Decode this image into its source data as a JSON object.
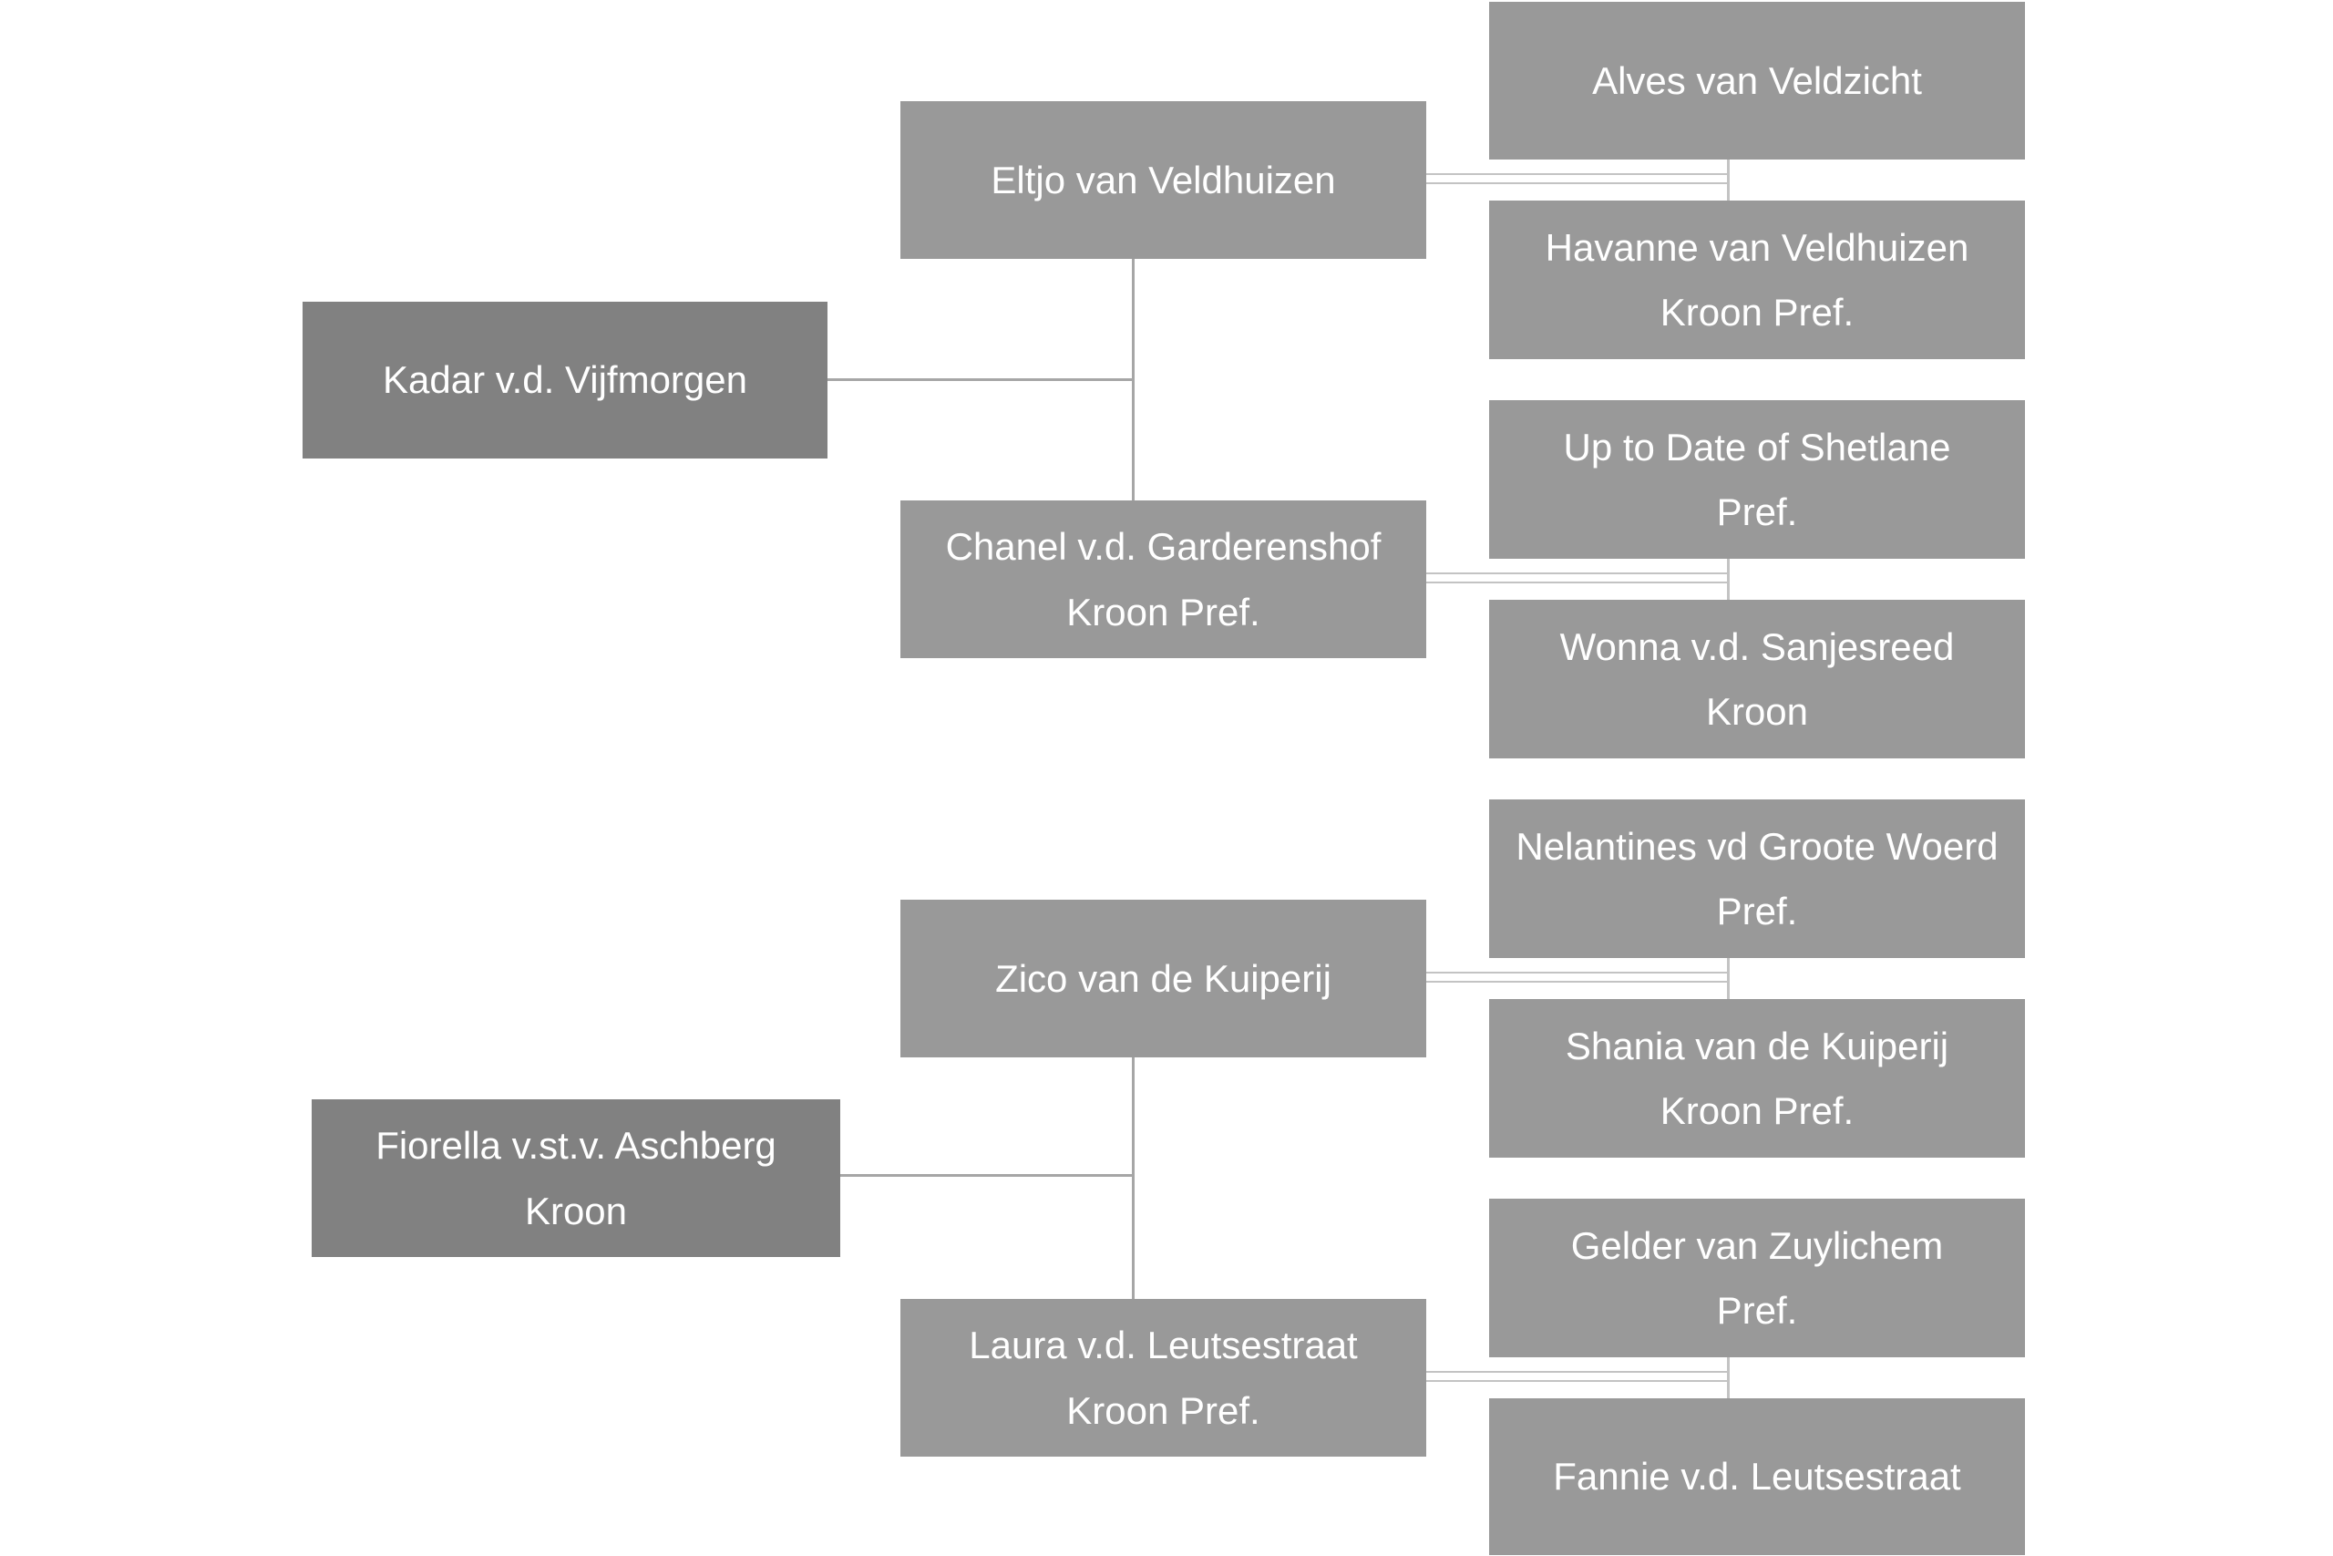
{
  "diagram_type": "pedigree-family-tree",
  "colors": {
    "gen1_fill": "#818181",
    "descendant_fill": "#999999",
    "single_line": "#a6a6a6",
    "double_line": "#c3c3c3",
    "text": "#ffffff",
    "bg": "#ffffff"
  },
  "nodes": {
    "kadar": {
      "name": "Kadar v.d. Vijfmorgen",
      "generation": 1,
      "lines": [
        "Kadar v.d. Vijfmorgen"
      ]
    },
    "fiorella": {
      "name": "Fiorella v.st.v. Aschberg Kroon",
      "generation": 1,
      "lines": [
        "Fiorella v.st.v. Aschberg",
        "Kroon"
      ]
    },
    "eltjo": {
      "name": "Eltjo van Veldhuizen",
      "generation": 2,
      "lines": [
        "Eltjo van Veldhuizen"
      ]
    },
    "chanel": {
      "name": "Chanel v.d. Garderenshof Kroon Pref.",
      "generation": 2,
      "lines": [
        "Chanel v.d. Garderenshof",
        "Kroon Pref."
      ]
    },
    "zico": {
      "name": "Zico van de Kuiperij",
      "generation": 2,
      "lines": [
        "Zico van de Kuiperij"
      ]
    },
    "laura": {
      "name": "Laura v.d. Leutsestraat Kroon Pref.",
      "generation": 2,
      "lines": [
        "Laura v.d. Leutsestraat",
        "Kroon Pref."
      ]
    },
    "alves": {
      "name": "Alves van Veldzicht",
      "generation": 3,
      "lines": [
        "Alves van Veldzicht"
      ]
    },
    "havanne": {
      "name": "Havanne van Veldhuizen Kroon Pref.",
      "generation": 3,
      "lines": [
        "Havanne van Veldhuizen",
        "Kroon Pref."
      ]
    },
    "uptodate": {
      "name": "Up to Date of Shetlane Pref.",
      "generation": 3,
      "lines": [
        "Up to Date of Shetlane",
        "Pref."
      ]
    },
    "wonna": {
      "name": "Wonna v.d. Sanjesreed Kroon",
      "generation": 3,
      "lines": [
        "Wonna v.d. Sanjesreed",
        "Kroon"
      ]
    },
    "nelantines": {
      "name": "Nelantines vd Groote Woerd Pref.",
      "generation": 3,
      "lines": [
        "Nelantines vd Groote Woerd",
        "Pref."
      ]
    },
    "shania": {
      "name": "Shania van de Kuiperij Kroon Pref.",
      "generation": 3,
      "lines": [
        "Shania van de Kuiperij",
        "Kroon Pref."
      ]
    },
    "gelder": {
      "name": "Gelder van Zuylichem Pref.",
      "generation": 3,
      "lines": [
        "Gelder van Zuylichem",
        "Pref."
      ]
    },
    "fannie": {
      "name": "Fannie v.d. Leutsestraat",
      "generation": 3,
      "lines": [
        "Fannie v.d. Leutsestraat"
      ]
    }
  },
  "relations": [
    {
      "parent": "Kadar v.d. Vijfmorgen",
      "children": [
        "Eltjo van Veldhuizen",
        "Chanel v.d. Garderenshof Kroon Pref."
      ]
    },
    {
      "parent": "Fiorella v.st.v. Aschberg Kroon",
      "children": [
        "Zico van de Kuiperij",
        "Laura v.d. Leutsestraat Kroon Pref."
      ]
    },
    {
      "parent": "Eltjo van Veldhuizen",
      "children": [
        "Alves van Veldzicht",
        "Havanne van Veldhuizen Kroon Pref."
      ]
    },
    {
      "parent": "Chanel v.d. Garderenshof Kroon Pref.",
      "children": [
        "Up to Date of Shetlane Pref.",
        "Wonna v.d. Sanjesreed Kroon"
      ]
    },
    {
      "parent": "Zico van de Kuiperij",
      "children": [
        "Nelantines vd Groote Woerd Pref.",
        "Shania van de Kuiperij Kroon Pref."
      ]
    },
    {
      "parent": "Laura v.d. Leutsestraat Kroon Pref.",
      "children": [
        "Gelder van Zuylichem Pref.",
        "Fannie v.d. Leutsestraat"
      ]
    }
  ]
}
